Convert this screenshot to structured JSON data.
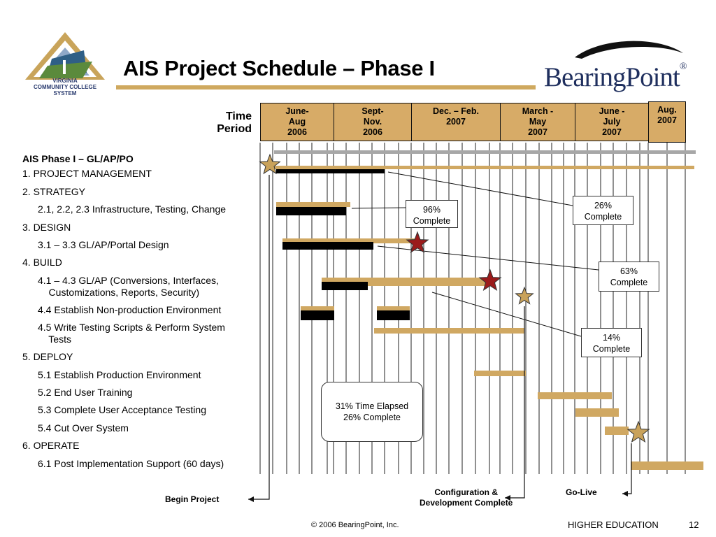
{
  "slide": {
    "title": "AIS Project Schedule – Phase I",
    "left_logo_text": "VIRGINIA\nCOMMUNITY COLLEGE\nSYSTEM",
    "brand": "BearingPoint",
    "brand_mark": "®"
  },
  "schedule": {
    "time_label": "Time\nPeriod",
    "periods": [
      "June-\nAug\n2006",
      "Sept-\nNov.\n2006",
      "Dec. – Feb.\n2007",
      "March -\nMay\n2007",
      "June -\nJuly\n2007",
      "Aug.\n2007"
    ],
    "phase_title": "AIS Phase I – GL/AP/PO",
    "tasks": [
      {
        "text": "1. PROJECT MANAGEMENT",
        "level": 1
      },
      {
        "text": "2. STRATEGY",
        "level": 1
      },
      {
        "text": "2.1, 2.2, 2.3 Infrastructure, Testing, Change",
        "level": 2
      },
      {
        "text": "3. DESIGN",
        "level": 1
      },
      {
        "text": "3.1 – 3.3 GL/AP/Portal Design",
        "level": 2
      },
      {
        "text": "4. BUILD",
        "level": 1
      },
      {
        "text": "4.1 – 4.3 GL/AP (Conversions, Interfaces,\n    Customizations, Reports, Security)",
        "level": 2
      },
      {
        "text": "4.4 Establish Non-production Environment",
        "level": 2
      },
      {
        "text": "4.5 Write Testing Scripts & Perform System\n    Tests",
        "level": 2
      },
      {
        "text": "5. DEPLOY",
        "level": 1
      },
      {
        "text": "5.1 Establish Production Environment",
        "level": 2
      },
      {
        "text": "5.2 End User Training",
        "level": 2
      },
      {
        "text": "5.3 Complete User Acceptance Testing",
        "level": 2
      },
      {
        "text": "5.4 Cut Over System",
        "level": 2
      },
      {
        "text": "6. OPERATE",
        "level": 1
      },
      {
        "text": "6.1 Post Implementation Support (60 days)",
        "level": 2
      }
    ],
    "callouts": {
      "pct_96": "96%\nComplete",
      "pct_26": "26%\nComplete",
      "pct_63": "63%\nComplete",
      "pct_14": "14%\nComplete",
      "elapsed": "31% Time Elapsed\n26% Complete"
    },
    "milestones": {
      "begin": "Begin Project",
      "config": "Configuration &\nDevelopment Complete",
      "golive": "Go-Live"
    },
    "colors": {
      "planned": "#d0a862",
      "actual": "#000000",
      "header": "#d7ab67",
      "star_gold": "#c9a25a",
      "star_red": "#9b1b1b",
      "summary_bar": "#a7a7a7"
    }
  },
  "footer": {
    "copyright": "© 2006 BearingPoint, Inc.",
    "label": "HIGHER EDUCATION",
    "page": "12"
  }
}
